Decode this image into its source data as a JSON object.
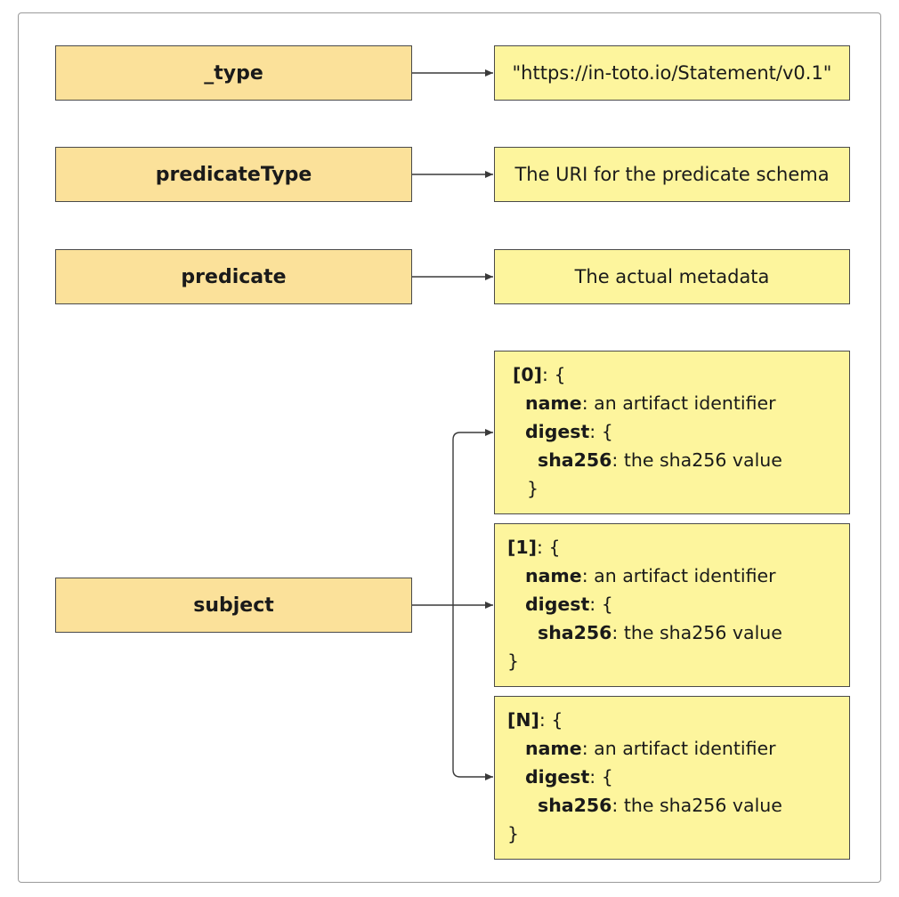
{
  "fields": [
    {
      "key": "type",
      "label": "_type",
      "value": "\"https://in-toto.io/Statement/v0.1\""
    },
    {
      "key": "predicate-type",
      "label": "predicateType",
      "value": "The URI for the predicate schema"
    },
    {
      "key": "predicate",
      "label": "predicate",
      "value": "The actual metadata"
    }
  ],
  "subject": {
    "label": "subject",
    "entries": [
      {
        "index": "[0]",
        "open": ": {",
        "name_key": "name",
        "name_value": ": an artifact identifier",
        "digest_key": "digest",
        "digest_open": ": {",
        "sha_key": "sha256",
        "sha_value": ": the sha256 value",
        "inner_close": "}"
      },
      {
        "index": "[1]",
        "open": ": {",
        "name_key": "name",
        "name_value": ": an artifact identifier",
        "digest_key": "digest",
        "digest_open": ": {",
        "sha_key": "sha256",
        "sha_value": ": the sha256 value",
        "inner_close": "}"
      },
      {
        "index": "[N]",
        "open": ": {",
        "name_key": "name",
        "name_value": ": an artifact identifier",
        "digest_key": "digest",
        "digest_open": ": {",
        "sha_key": "sha256",
        "sha_value": ": the sha256 value",
        "inner_close": "}"
      }
    ]
  },
  "colors": {
    "field_fill": "#fbe19a",
    "value_fill": "#fdf59d",
    "stroke": "#4a4a4a"
  }
}
